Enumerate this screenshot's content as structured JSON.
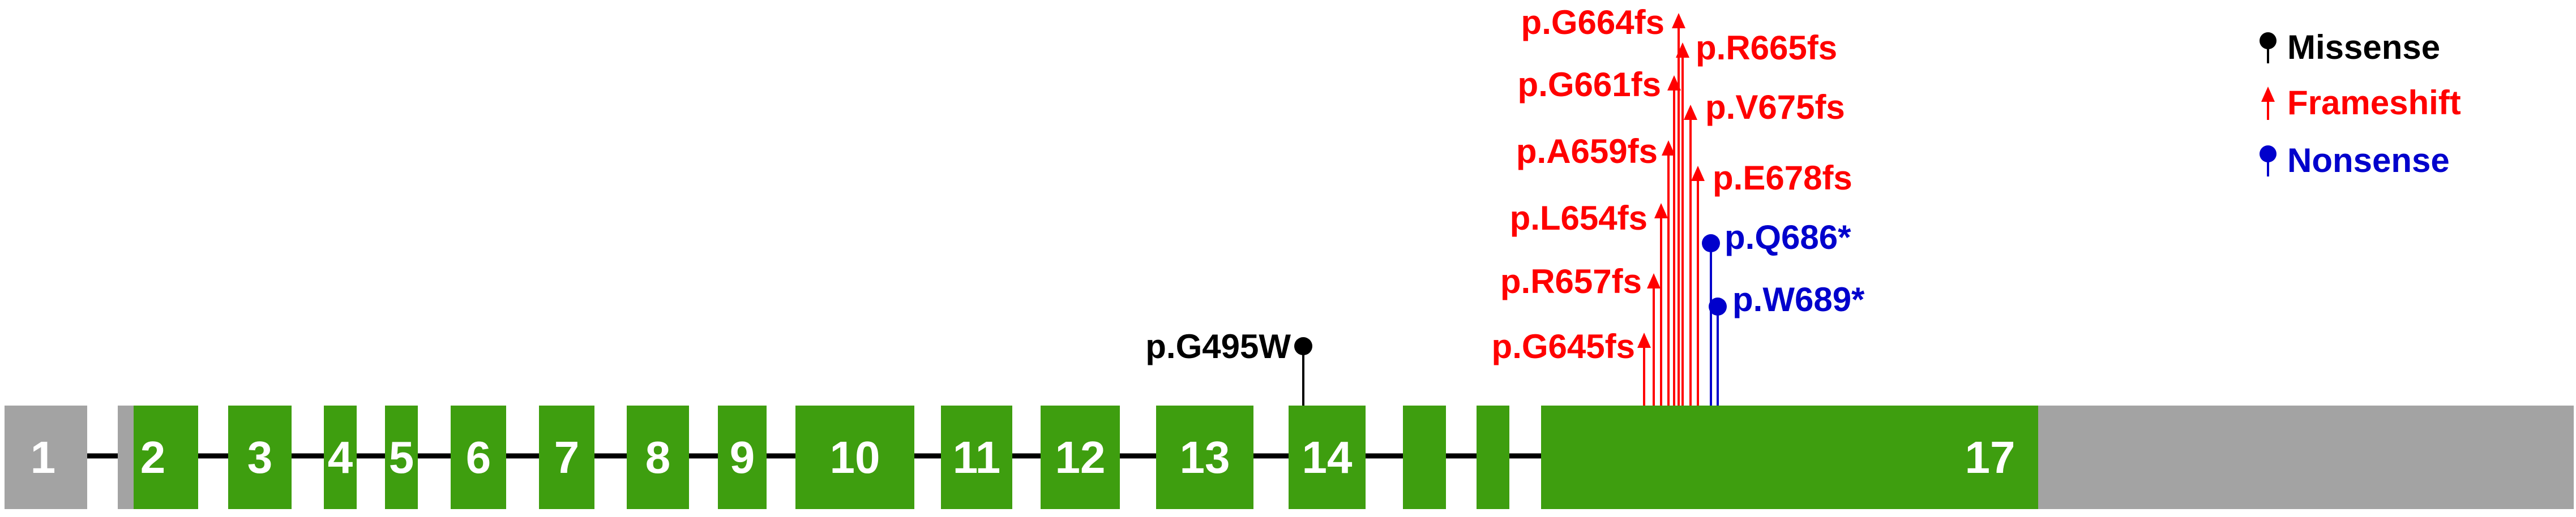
{
  "colors": {
    "exon_coding": "#3e9e0f",
    "exon_utr": "#a3a3a3",
    "intron_line": "#000000",
    "missense": "#000000",
    "frameshift": "#ff0000",
    "nonsense": "#0000cc"
  },
  "exons": [
    {
      "label": "1",
      "type": "utr"
    },
    {
      "label": "",
      "type": "utr"
    },
    {
      "label": "2",
      "type": "coding"
    },
    {
      "label": "3",
      "type": "coding"
    },
    {
      "label": "4",
      "type": "coding"
    },
    {
      "label": "5",
      "type": "coding"
    },
    {
      "label": "6",
      "type": "coding"
    },
    {
      "label": "7",
      "type": "coding"
    },
    {
      "label": "8",
      "type": "coding"
    },
    {
      "label": "9",
      "type": "coding"
    },
    {
      "label": "10",
      "type": "coding"
    },
    {
      "label": "11",
      "type": "coding"
    },
    {
      "label": "12",
      "type": "coding"
    },
    {
      "label": "13",
      "type": "coding"
    },
    {
      "label": "14",
      "type": "coding"
    },
    {
      "label": "",
      "type": "coding"
    },
    {
      "label": "",
      "type": "coding"
    },
    {
      "label": "17",
      "type": "coding"
    },
    {
      "label": "",
      "type": "utr"
    }
  ],
  "mutations": [
    {
      "label": "p.G495W",
      "type": "missense",
      "marker": "circle"
    },
    {
      "label": "p.G645fs",
      "type": "frameshift",
      "marker": "triangle"
    },
    {
      "label": "p.R657fs",
      "type": "frameshift",
      "marker": "triangle"
    },
    {
      "label": "p.L654fs",
      "type": "frameshift",
      "marker": "triangle"
    },
    {
      "label": "p.A659fs",
      "type": "frameshift",
      "marker": "triangle"
    },
    {
      "label": "p.G661fs",
      "type": "frameshift",
      "marker": "triangle"
    },
    {
      "label": "p.G664fs",
      "type": "frameshift",
      "marker": "triangle"
    },
    {
      "label": "p.R665fs",
      "type": "frameshift",
      "marker": "triangle"
    },
    {
      "label": "p.V675fs",
      "type": "frameshift",
      "marker": "triangle"
    },
    {
      "label": "p.E678fs",
      "type": "frameshift",
      "marker": "triangle"
    },
    {
      "label": "p.Q686*",
      "type": "nonsense",
      "marker": "circle"
    },
    {
      "label": "p.W689*",
      "type": "nonsense",
      "marker": "circle"
    }
  ],
  "legend": [
    {
      "label": "Missense",
      "type": "missense",
      "marker": "circle"
    },
    {
      "label": "Frameshift",
      "type": "frameshift",
      "marker": "triangle"
    },
    {
      "label": "Nonsense",
      "type": "nonsense",
      "marker": "circle"
    }
  ]
}
